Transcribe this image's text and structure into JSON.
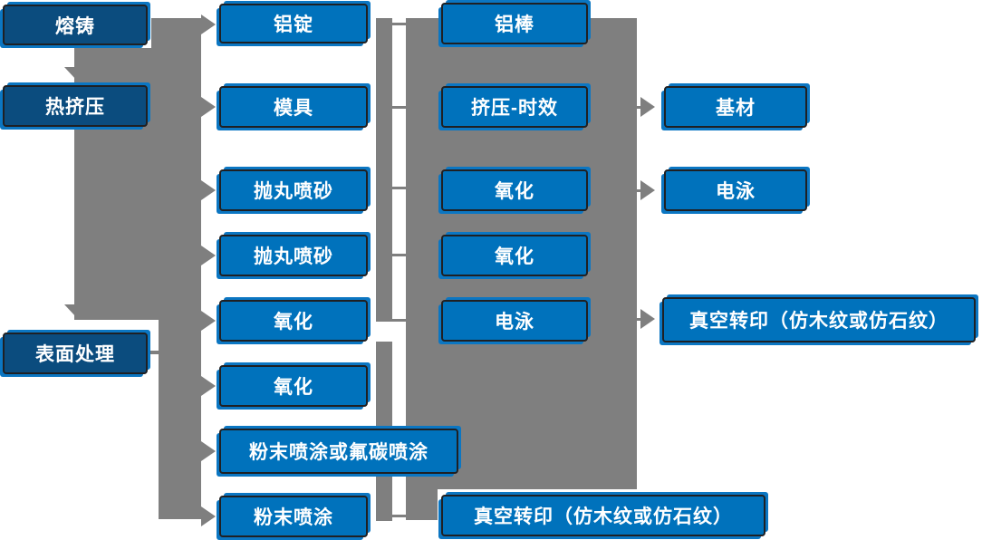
{
  "colors": {
    "node_blue": "#0072bc",
    "node_dark_blue": "#0b4c7e",
    "node_shadow_blue": "#0b76c2",
    "connector_gray": "#7f7f7f",
    "node_border": "#1f2023",
    "text": "#ffffff",
    "background": "#ffffff"
  },
  "nodes": {
    "melt": {
      "label": "熔铸"
    },
    "hot": {
      "label": "热挤压"
    },
    "surface": {
      "label": "表面处理"
    },
    "ingot": {
      "label": "铝锭"
    },
    "mold": {
      "label": "模具"
    },
    "blast1": {
      "label": "抛丸喷砂"
    },
    "blast2": {
      "label": "抛丸喷砂"
    },
    "oxi21": {
      "label": "氧化"
    },
    "oxi22": {
      "label": "氧化"
    },
    "powderfluoro": {
      "label": "粉末喷涂或氟碳喷涂"
    },
    "powder": {
      "label": "粉末喷涂"
    },
    "rod": {
      "label": "铝棒"
    },
    "extr": {
      "label": "挤压-时效"
    },
    "oxi31": {
      "label": "氧化"
    },
    "oxi32": {
      "label": "氧化"
    },
    "ele3": {
      "label": "电泳"
    },
    "vac3": {
      "label": "真空转印（仿木纹或仿石纹）"
    },
    "base": {
      "label": "基材"
    },
    "ele4": {
      "label": "电泳"
    },
    "vac4": {
      "label": "真空转印（仿木纹或仿石纹）"
    }
  },
  "edges": [
    {
      "from": "熔铸",
      "to": "热挤压"
    },
    {
      "from": "熔铸",
      "to": "铝锭"
    },
    {
      "from": "热挤压",
      "to": "模具"
    },
    {
      "from": "热挤压",
      "to": "表面处理"
    },
    {
      "from": "表面处理",
      "to": "抛丸喷砂"
    },
    {
      "from": "表面处理",
      "to": "氧化"
    },
    {
      "from": "表面处理",
      "to": "粉末喷涂或氟碳喷涂"
    },
    {
      "from": "表面处理",
      "to": "粉末喷涂"
    },
    {
      "from": "挤压-时效",
      "to": "基材"
    },
    {
      "from": "氧化",
      "to": "电泳"
    },
    {
      "from": "电泳",
      "to": "真空转印（仿木纹或仿石纹）"
    },
    {
      "from": "粉末喷涂",
      "to": "真空转印（仿木纹或仿石纹）"
    }
  ]
}
